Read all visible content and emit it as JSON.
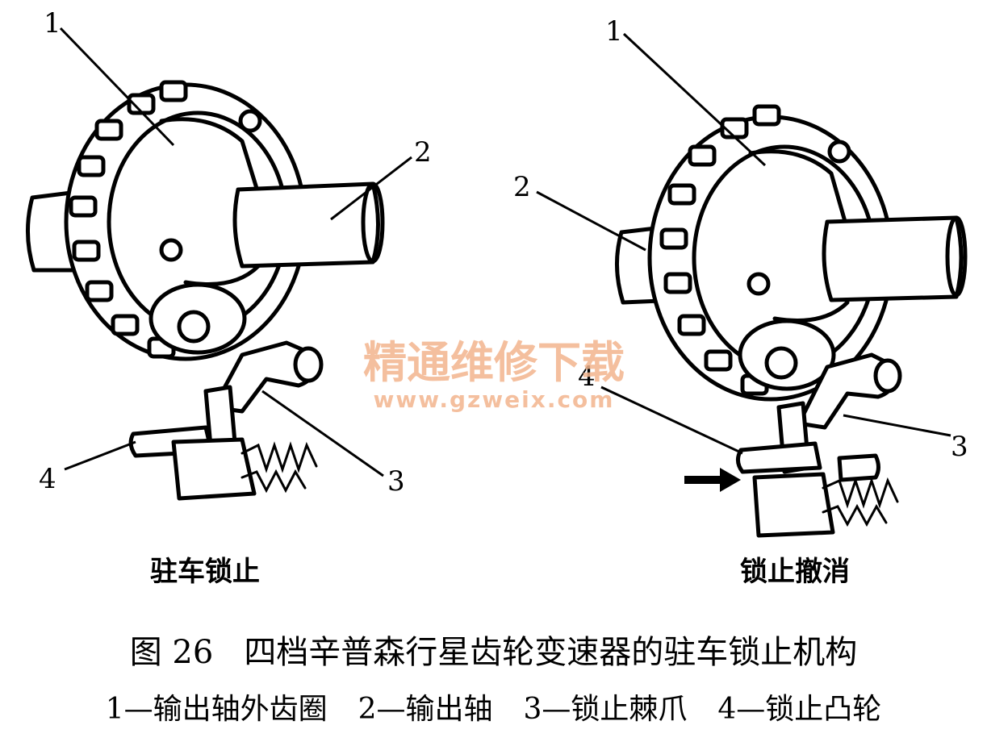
{
  "figure": {
    "title_number": "图 26",
    "title_text": "四档辛普森行星齿轮变速器的驻车锁止机构",
    "legend": [
      {
        "key": "1—输出轴外齿圈"
      },
      {
        "key": "2—输出轴"
      },
      {
        "key": "3—锁止棘爪"
      },
      {
        "key": "4—锁止凸轮"
      }
    ]
  },
  "left_panel": {
    "subtitle": "驻车锁止",
    "labels": [
      "1",
      "2",
      "3",
      "4"
    ]
  },
  "right_panel": {
    "subtitle": "锁止撤消",
    "labels": [
      "1",
      "2",
      "3",
      "4"
    ]
  },
  "watermark": {
    "line1": "精通维修下载",
    "line2": "www.gzweix.com"
  },
  "colors": {
    "ink": "#000000",
    "watermark": "#f3b58e",
    "background": "#ffffff"
  }
}
